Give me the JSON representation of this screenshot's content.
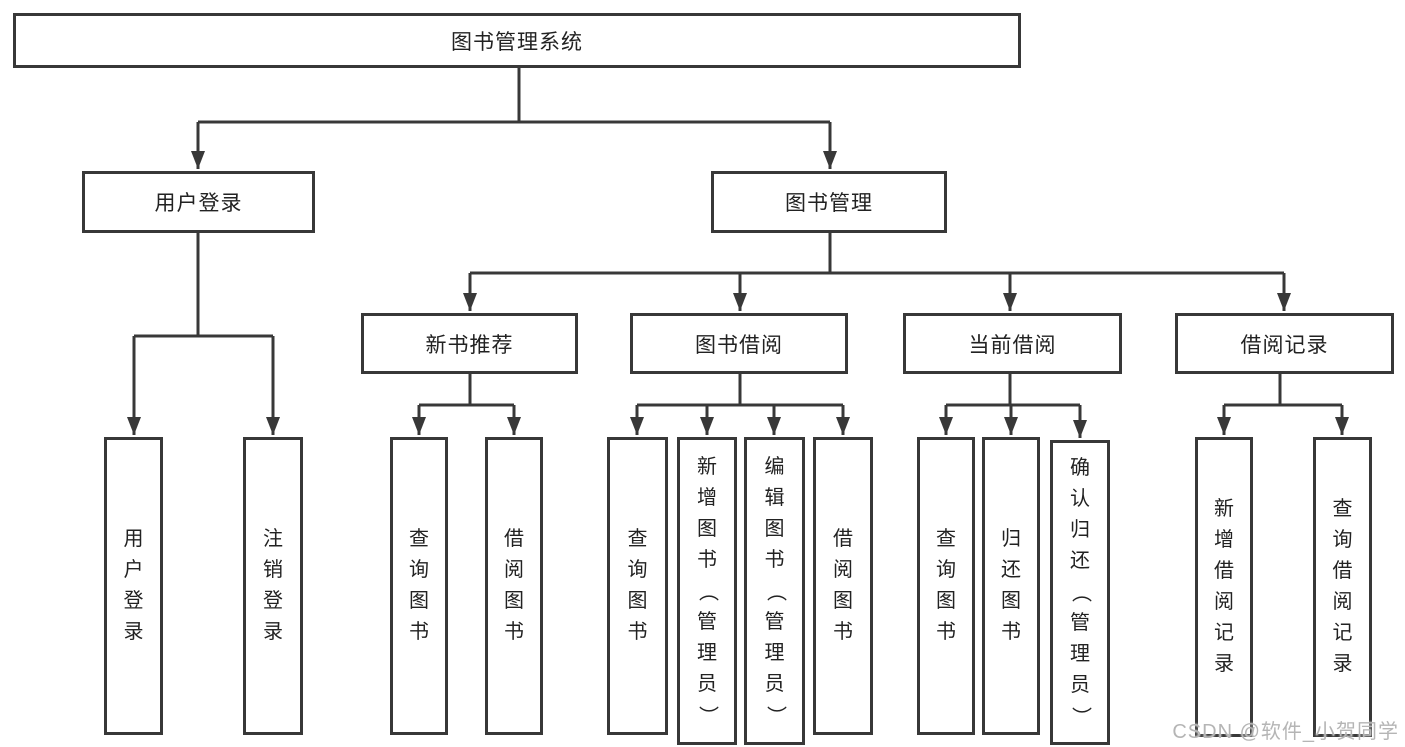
{
  "colors": {
    "line": "#383838",
    "text": "#222222",
    "background": "#ffffff",
    "watermark": "#b5b5b5"
  },
  "diagram": {
    "title": "图书管理系统",
    "level2": {
      "user_login": "用户登录",
      "book_management": "图书管理"
    },
    "level3": {
      "new_book_rec": "新书推荐",
      "book_borrow": "图书借阅",
      "current_borrow": "当前借阅",
      "borrow_records": "借阅记录"
    },
    "leaves": {
      "user_login_leaf": "用户登录",
      "logout_leaf": "注销登录",
      "nb_query": "查询图书",
      "nb_borrow": "借阅图书",
      "bb_query": "查询图书",
      "bb_add": "新增图书（管理员）",
      "bb_edit": "编辑图书（管理员）",
      "bb_borrow": "借阅图书",
      "cb_query": "查询图书",
      "cb_return": "归还图书",
      "cb_confirm": "确认归还（管理员）",
      "br_add": "新增借阅记录",
      "br_query": "查询借阅记录"
    }
  },
  "watermark": {
    "text": "CSDN @软件_小贺同学"
  }
}
